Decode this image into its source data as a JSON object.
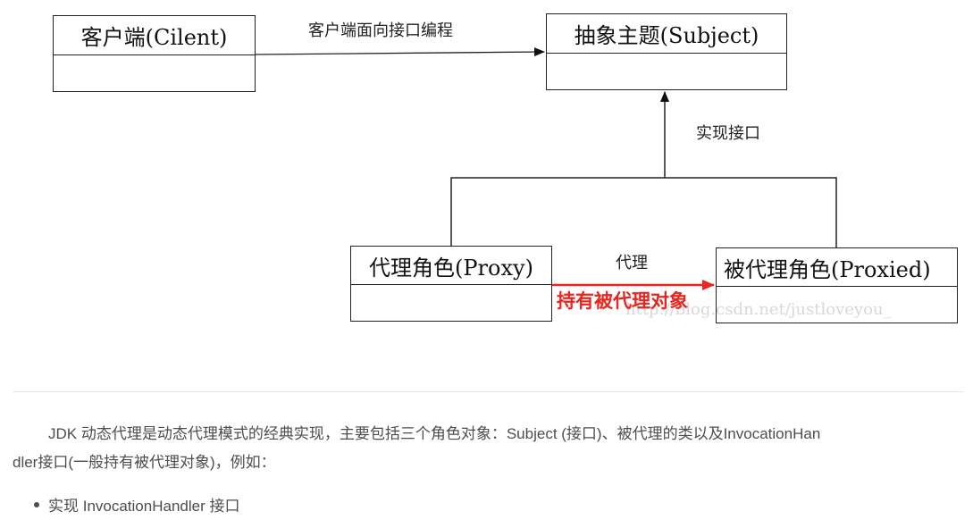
{
  "diagram": {
    "client_box": "客户端(Cilent)",
    "subject_box": "抽象主题(Subject)",
    "proxy_box": "代理角色(Proxy)",
    "proxied_box": "被代理角色(Proxied)",
    "label_interface_programming": "客户端面向接口编程",
    "label_implement_interface": "实现接口",
    "label_proxy": "代理",
    "label_hold_proxied": "持有被代理对象",
    "watermark": "http://blog.csdn.net/justloveyou_",
    "colors": {
      "line": "#222222",
      "hold_arrow": "#e8261f"
    }
  },
  "article": {
    "paragraph_line1": "JDK 动态代理是动态代理模式的经典实现，主要包括三个角色对象：Subject (接口)、被代理的类以及InvocationHan",
    "paragraph_line2": "dler接口(一般持有被代理对象)，例如：",
    "bullet_1": "实现 InvocationHandler 接口"
  }
}
